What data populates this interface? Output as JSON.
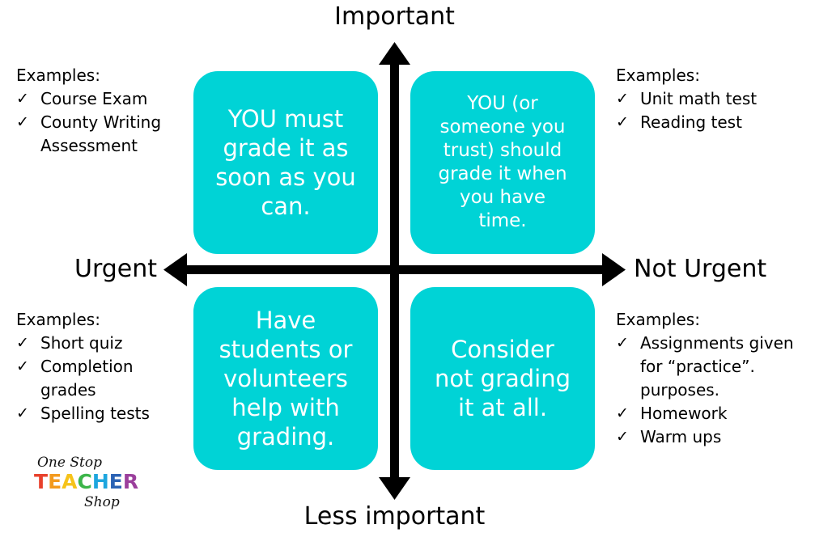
{
  "axes": {
    "top": "Important",
    "bottom": "Less important",
    "left": "Urgent",
    "right": "Not Urgent"
  },
  "quadrants": {
    "top_left": {
      "lines": [
        "YOU must",
        "grade it as",
        "soon as you",
        "can."
      ]
    },
    "top_right": {
      "lines": [
        "YOU (or",
        "someone you",
        "trust) should",
        "grade it when",
        "you have",
        "time."
      ]
    },
    "bottom_left": {
      "lines": [
        "Have",
        "students or",
        "volunteers",
        "help with",
        "grading."
      ]
    },
    "bottom_right": {
      "lines": [
        "Consider",
        "not grading",
        "it at all."
      ]
    }
  },
  "examples": {
    "top_left": {
      "title": "Examples:",
      "items": [
        {
          "lines": [
            "Course Exam"
          ]
        },
        {
          "lines": [
            "County Writing",
            "Assessment"
          ]
        }
      ]
    },
    "top_right": {
      "title": "Examples:",
      "items": [
        {
          "lines": [
            "Unit math test"
          ]
        },
        {
          "lines": [
            "Reading test"
          ]
        }
      ]
    },
    "bottom_left": {
      "title": "Examples:",
      "items": [
        {
          "lines": [
            "Short quiz"
          ]
        },
        {
          "lines": [
            "Completion",
            "grades"
          ]
        },
        {
          "lines": [
            "Spelling tests"
          ]
        }
      ]
    },
    "bottom_right": {
      "title": "Examples:",
      "items": [
        {
          "lines": [
            "Assignments given",
            "for “practice”.",
            "purposes."
          ]
        },
        {
          "lines": [
            "Homework"
          ]
        },
        {
          "lines": [
            "Warm ups"
          ]
        }
      ]
    }
  },
  "check_mark": "✓",
  "logo": {
    "line1": "One Stop",
    "line2": "TEACHER",
    "line3": "Shop",
    "letter_colors": [
      "#e8412c",
      "#f39a1e",
      "#f6c31a",
      "#3cb54a",
      "#1ea6de",
      "#2b63b4",
      "#9b3f9c"
    ]
  },
  "colors": {
    "quadrant_fill": "#00d3d6",
    "quadrant_text": "#ffffff",
    "axis": "#000000"
  }
}
